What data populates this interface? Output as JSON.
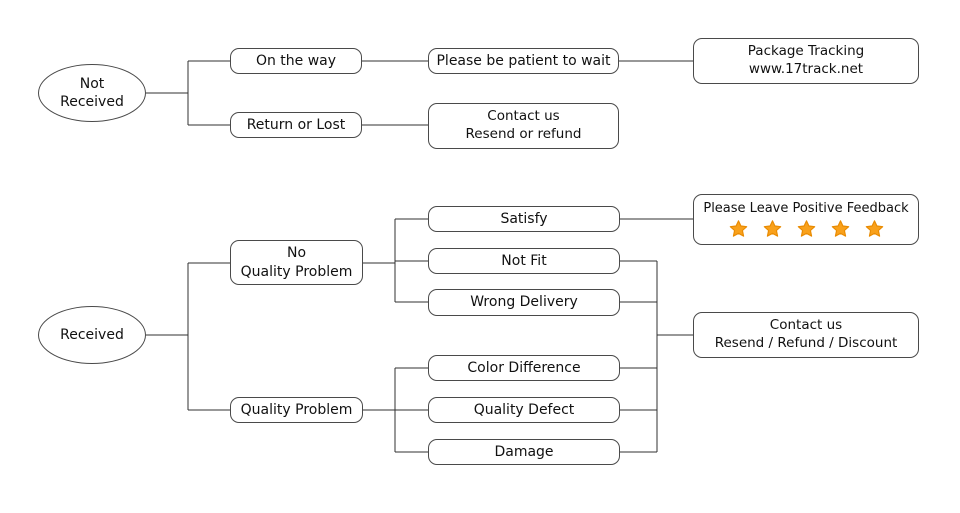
{
  "colors": {
    "background": "#ffffff",
    "line": "#303030",
    "box_border": "#4a4a4a",
    "text": "#111111",
    "star_fill": "#F9A11B",
    "star_stroke": "#E98B02"
  },
  "nodes": {
    "not_received": {
      "line1": "Not",
      "line2": "Received"
    },
    "on_the_way": {
      "label": "On the way"
    },
    "please_be_patient": {
      "label": "Please be patient to wait"
    },
    "package_tracking": {
      "line1": "Package Tracking",
      "line2": "www.17track.net"
    },
    "return_or_lost": {
      "label": "Return or Lost"
    },
    "contact_resend_refund": {
      "line1": "Contact us",
      "line2": "Resend or refund"
    },
    "received": {
      "label": "Received"
    },
    "no_quality_problem": {
      "line1": "No",
      "line2": "Quality Problem"
    },
    "quality_problem": {
      "label": "Quality Problem"
    },
    "satisfy": {
      "label": "Satisfy"
    },
    "not_fit": {
      "label": "Not Fit"
    },
    "wrong_delivery": {
      "label": "Wrong Delivery"
    },
    "positive_feedback": {
      "label": "Please Leave Positive Feedback",
      "star_count": 5
    },
    "contact_resend_refund_discount": {
      "line1": "Contact us",
      "line2": "Resend / Refund / Discount"
    },
    "color_difference": {
      "label": "Color Difference"
    },
    "quality_defect": {
      "label": "Quality Defect"
    },
    "damage": {
      "label": "Damage"
    }
  }
}
